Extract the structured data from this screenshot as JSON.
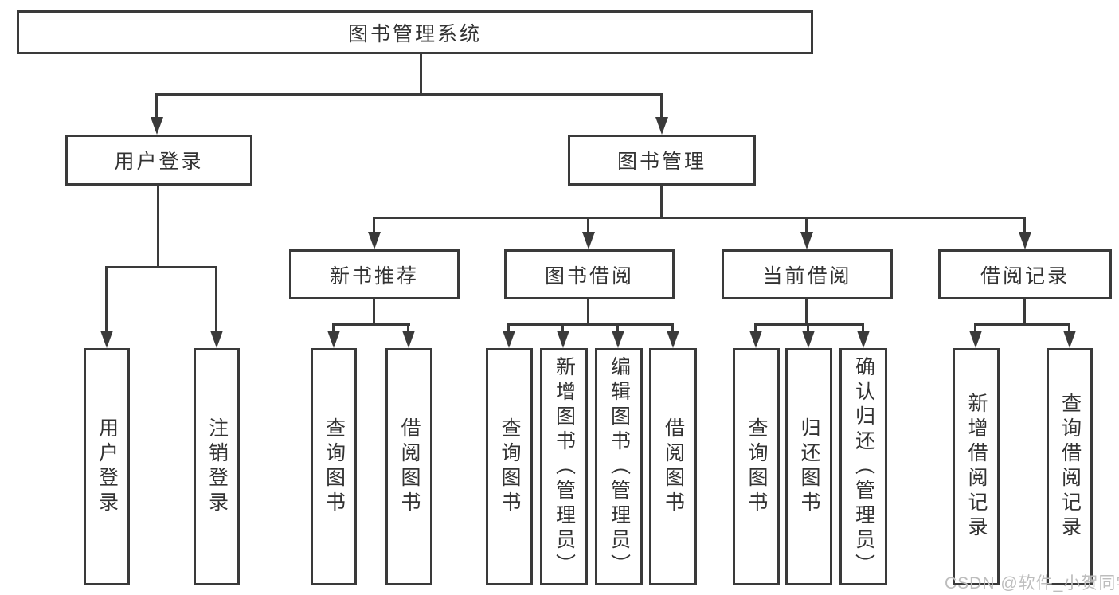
{
  "title": "图书管理系统",
  "tree": {
    "root": {
      "label": "图书管理系统"
    },
    "level2": [
      {
        "id": "user-login",
        "label": "用户登录",
        "parent": "图书管理系统"
      },
      {
        "id": "book-management",
        "label": "图书管理",
        "parent": "图书管理系统"
      }
    ],
    "level3": [
      {
        "id": "new-book-recommend",
        "label": "新书推荐",
        "parent": "图书管理"
      },
      {
        "id": "book-borrow",
        "label": "图书借阅",
        "parent": "图书管理"
      },
      {
        "id": "current-borrow",
        "label": "当前借阅",
        "parent": "图书管理"
      },
      {
        "id": "borrow-records",
        "label": "借阅记录",
        "parent": "图书管理"
      }
    ],
    "leaves": [
      {
        "label": "用户登录",
        "parent": "用户登录"
      },
      {
        "label": "注销登录",
        "parent": "用户登录"
      },
      {
        "label": "查询图书",
        "parent": "新书推荐"
      },
      {
        "label": "借阅图书",
        "parent": "新书推荐"
      },
      {
        "label": "查询图书",
        "parent": "图书借阅"
      },
      {
        "label": "新增图书（管理员）",
        "parent": "图书借阅"
      },
      {
        "label": "编辑图书（管理员）",
        "parent": "图书借阅"
      },
      {
        "label": "借阅图书",
        "parent": "图书借阅"
      },
      {
        "label": "查询图书",
        "parent": "当前借阅"
      },
      {
        "label": "归还图书",
        "parent": "当前借阅"
      },
      {
        "label": "确认归还（管理员）",
        "parent": "当前借阅"
      },
      {
        "label": "新增借阅记录",
        "parent": "借阅记录"
      },
      {
        "label": "查询借阅记录",
        "parent": "借阅记录"
      }
    ]
  },
  "watermark": {
    "text": "CSDN @软件_小贺同学"
  },
  "colors": {
    "line": "#3a3a3a",
    "text": "#333333",
    "watermark": "#bdbdbd",
    "background": "#ffffff"
  }
}
